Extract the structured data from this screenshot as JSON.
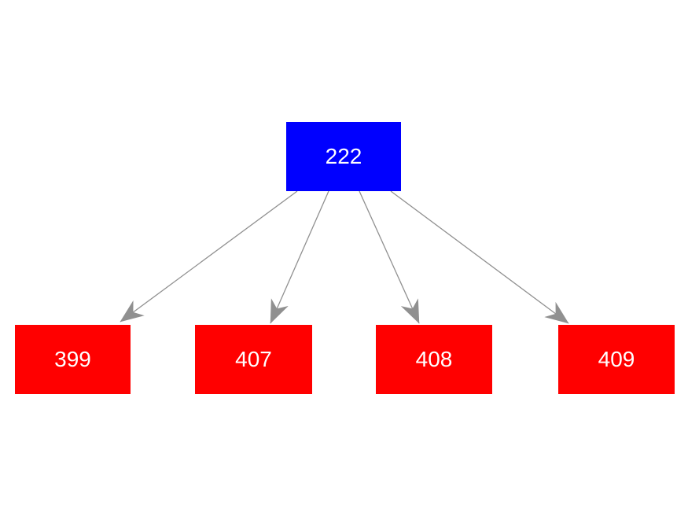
{
  "diagram": {
    "type": "directed-graph",
    "root": {
      "label": "222",
      "fill": "#0000ff",
      "text_color": "#ffffff"
    },
    "children": [
      {
        "label": "399",
        "fill": "#ff0000",
        "text_color": "#ffffff"
      },
      {
        "label": "407",
        "fill": "#ff0000",
        "text_color": "#ffffff"
      },
      {
        "label": "408",
        "fill": "#ff0000",
        "text_color": "#ffffff"
      },
      {
        "label": "409",
        "fill": "#ff0000",
        "text_color": "#ffffff"
      }
    ],
    "edges": [
      {
        "from": "222",
        "to": "399"
      },
      {
        "from": "222",
        "to": "407"
      },
      {
        "from": "222",
        "to": "408"
      },
      {
        "from": "222",
        "to": "409"
      }
    ],
    "colors": {
      "root_fill": "#0000ff",
      "child_fill": "#ff0000",
      "label_text": "#ffffff",
      "edge": "#909090",
      "bg": "#ffffff"
    }
  }
}
